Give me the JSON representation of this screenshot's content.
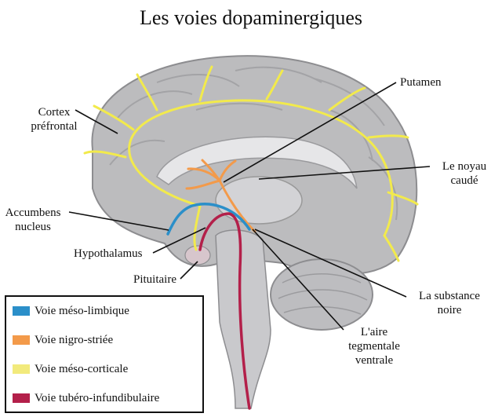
{
  "title": "Les voies dopaminergiques",
  "labels": {
    "cortex": [
      "Cortex",
      "préfrontal"
    ],
    "putamen": "Putamen",
    "caude": [
      "Le noyau",
      "caudé"
    ],
    "accumbens": [
      "Accumbens",
      "nucleus"
    ],
    "hypothalamus": "Hypothalamus",
    "pituitaire": "Pituitaire",
    "substance": [
      "La substance",
      "noire"
    ],
    "aire": [
      "L'aire",
      "tegmentale",
      "ventrale"
    ]
  },
  "legend": [
    {
      "label": "Voie méso-limbique",
      "color": "#2b8fc9"
    },
    {
      "label": "Voie nigro-striée",
      "color": "#f39a4a"
    },
    {
      "label": "Voie méso-corticale",
      "color": "#f2ea7c"
    },
    {
      "label": "Voie tubéro-infundibulaire",
      "color": "#b3204a"
    }
  ],
  "colors": {
    "brain": "#b9b9bb",
    "pathway_yellow": "#f2ea4c",
    "leader_line": "#111111"
  }
}
